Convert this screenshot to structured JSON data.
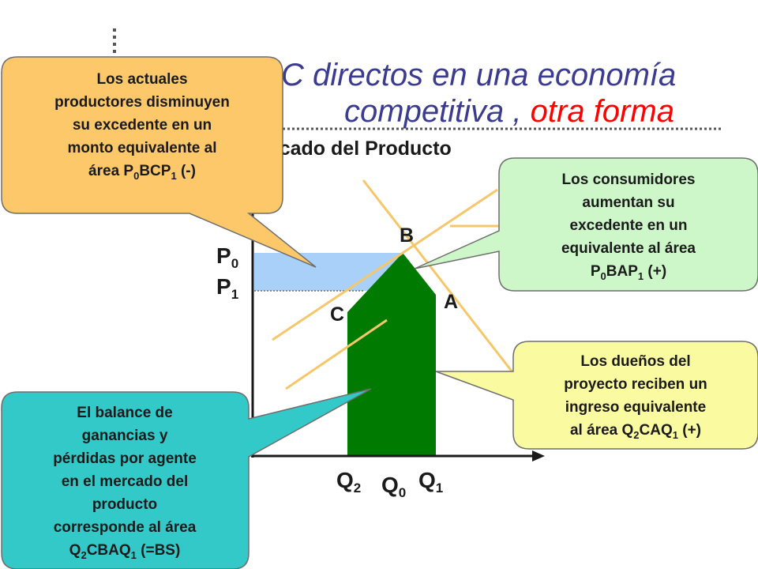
{
  "title": {
    "line1": "C directos en una economía",
    "line2_main": "competitiva ,",
    "line2_red": "otra forma"
  },
  "subtitle": "rcado del Producto",
  "points": {
    "B": "B",
    "A": "A",
    "C": "C"
  },
  "y_axis": {
    "p0": {
      "main": "P",
      "sub": "0"
    },
    "p1": {
      "main": "P",
      "sub": "1"
    }
  },
  "x_axis": {
    "q2": {
      "main": "Q",
      "sub": "2"
    },
    "q0": {
      "main": "Q",
      "sub": "0"
    },
    "q1": {
      "main": "Q",
      "sub": "1"
    }
  },
  "callouts": {
    "producers": {
      "l1": "Los actuales",
      "l2": "productores disminuyen",
      "l3": "su excedente en un",
      "l4": "monto equivalente al",
      "l5_pre": "área P",
      "l5_s1": "0",
      "l5_mid": "BCP",
      "l5_s2": "1",
      "l5_post": " (-)"
    },
    "consumers": {
      "l1": "Los consumidores",
      "l2": "aumentan su",
      "l3": "excedente en un",
      "l4": "equivalente al área",
      "l5_pre": "P",
      "l5_s1": "0",
      "l5_mid": "BAP",
      "l5_s2": "1",
      "l5_post": " (+)"
    },
    "owners": {
      "l1": "Los dueños del",
      "l2": "proyecto reciben un",
      "l3": "ingreso equivalente",
      "l4_pre": "al área Q",
      "l4_s1": "2",
      "l4_mid": "CAQ",
      "l4_s2": "1",
      "l4_post": " (+)"
    },
    "balance": {
      "l1": "El balance de",
      "l2": "ganancias y",
      "l3": "pérdidas por agente",
      "l4": "en el mercado del",
      "l5": "producto",
      "l6": "corresponde al área",
      "l7_pre": "Q",
      "l7_s1": "2",
      "l7_mid": "CBAQ",
      "l7_s2": "1",
      "l7_post": " (=BS)"
    }
  },
  "colors": {
    "title_blue": "#3b3b8f",
    "red": "#ff0000",
    "curve": "#f5c76a",
    "green_area": "#007a00",
    "blue_band": "#a8d0f8",
    "callout_orange": "#fdc86a",
    "callout_green": "#cdf7c8",
    "callout_yellow": "#fafaa0",
    "callout_teal": "#33c9c9"
  }
}
